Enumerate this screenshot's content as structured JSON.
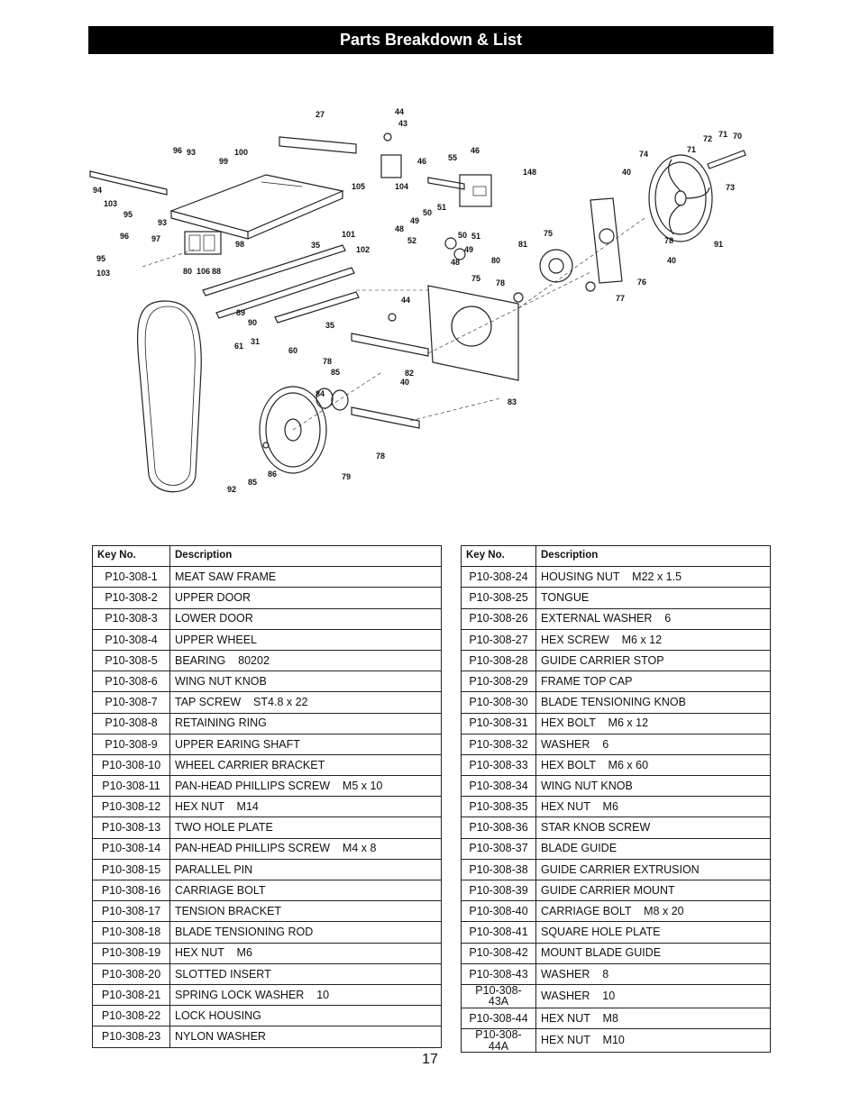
{
  "header": {
    "title": "Parts Breakdown & List"
  },
  "diagram": {
    "callouts": [
      "27",
      "44",
      "43",
      "96",
      "93",
      "100",
      "99",
      "46",
      "55",
      "46",
      "148",
      "74",
      "72",
      "71",
      "70",
      "71",
      "40",
      "73",
      "94",
      "103",
      "95",
      "105",
      "104",
      "51",
      "50",
      "49",
      "48",
      "93",
      "96",
      "97",
      "98",
      "101",
      "35",
      "102",
      "50",
      "49",
      "48",
      "52",
      "51",
      "81",
      "80",
      "75",
      "78",
      "91",
      "40",
      "76",
      "77",
      "95",
      "103",
      "80",
      "106",
      "88",
      "89",
      "90",
      "61",
      "31",
      "60",
      "35",
      "44",
      "78",
      "75",
      "78",
      "85",
      "84",
      "82",
      "40",
      "83",
      "86",
      "85",
      "92",
      "79",
      "78"
    ]
  },
  "table_headers": {
    "key": "Key No.",
    "description": "Description"
  },
  "parts_left": [
    {
      "key": "P10-308-1",
      "desc": "MEAT SAW FRAME"
    },
    {
      "key": "P10-308-2",
      "desc": "UPPER DOOR"
    },
    {
      "key": "P10-308-3",
      "desc": "LOWER DOOR"
    },
    {
      "key": "P10-308-4",
      "desc": "UPPER WHEEL"
    },
    {
      "key": "P10-308-5",
      "desc": "BEARING    80202"
    },
    {
      "key": "P10-308-6",
      "desc": "WING NUT KNOB"
    },
    {
      "key": "P10-308-7",
      "desc": "TAP SCREW    ST4.8 x 22"
    },
    {
      "key": "P10-308-8",
      "desc": "RETAINING RING"
    },
    {
      "key": "P10-308-9",
      "desc": "UPPER EARING SHAFT"
    },
    {
      "key": "P10-308-10",
      "desc": "WHEEL CARRIER BRACKET"
    },
    {
      "key": "P10-308-11",
      "desc": "PAN-HEAD PHILLIPS SCREW    M5 x 10"
    },
    {
      "key": "P10-308-12",
      "desc": "HEX NUT    M14"
    },
    {
      "key": "P10-308-13",
      "desc": "TWO HOLE PLATE"
    },
    {
      "key": "P10-308-14",
      "desc": "PAN-HEAD PHILLIPS SCREW    M4 x 8"
    },
    {
      "key": "P10-308-15",
      "desc": "PARALLEL PIN"
    },
    {
      "key": "P10-308-16",
      "desc": "CARRIAGE BOLT"
    },
    {
      "key": "P10-308-17",
      "desc": "TENSION BRACKET"
    },
    {
      "key": "P10-308-18",
      "desc": "BLADE TENSIONING ROD"
    },
    {
      "key": "P10-308-19",
      "desc": "HEX NUT    M6"
    },
    {
      "key": "P10-308-20",
      "desc": "SLOTTED INSERT"
    },
    {
      "key": "P10-308-21",
      "desc": "SPRING LOCK WASHER    10"
    },
    {
      "key": "P10-308-22",
      "desc": "LOCK HOUSING"
    },
    {
      "key": "P10-308-23",
      "desc": "NYLON WASHER"
    }
  ],
  "parts_right": [
    {
      "key": "P10-308-24",
      "desc": "HOUSING NUT    M22 x 1.5"
    },
    {
      "key": "P10-308-25",
      "desc": "TONGUE"
    },
    {
      "key": "P10-308-26",
      "desc": "EXTERNAL WASHER    6"
    },
    {
      "key": "P10-308-27",
      "desc": "HEX SCREW    M6 x 12"
    },
    {
      "key": "P10-308-28",
      "desc": "GUIDE CARRIER STOP"
    },
    {
      "key": "P10-308-29",
      "desc": "FRAME TOP CAP"
    },
    {
      "key": "P10-308-30",
      "desc": "BLADE TENSIONING KNOB"
    },
    {
      "key": "P10-308-31",
      "desc": "HEX BOLT    M6 x 12"
    },
    {
      "key": "P10-308-32",
      "desc": "WASHER    6"
    },
    {
      "key": "P10-308-33",
      "desc": "HEX BOLT    M6 x 60"
    },
    {
      "key": "P10-308-34",
      "desc": "WING NUT KNOB"
    },
    {
      "key": "P10-308-35",
      "desc": "HEX NUT    M6"
    },
    {
      "key": "P10-308-36",
      "desc": "STAR KNOB SCREW"
    },
    {
      "key": "P10-308-37",
      "desc": "BLADE GUIDE"
    },
    {
      "key": "P10-308-38",
      "desc": "GUIDE CARRIER EXTRUSION"
    },
    {
      "key": "P10-308-39",
      "desc": "GUIDE CARRIER MOUNT"
    },
    {
      "key": "P10-308-40",
      "desc": "CARRIAGE BOLT    M8 x 20"
    },
    {
      "key": "P10-308-41",
      "desc": "SQUARE HOLE PLATE"
    },
    {
      "key": "P10-308-42",
      "desc": "MOUNT BLADE GUIDE"
    },
    {
      "key": "P10-308-43",
      "desc": "WASHER    8"
    },
    {
      "key": "P10-308-43A",
      "desc": "WASHER    10"
    },
    {
      "key": "P10-308-44",
      "desc": "HEX NUT    M8"
    },
    {
      "key": "P10-308-44A",
      "desc": "HEX NUT    M10"
    }
  ],
  "footer": {
    "page_number": "17"
  }
}
